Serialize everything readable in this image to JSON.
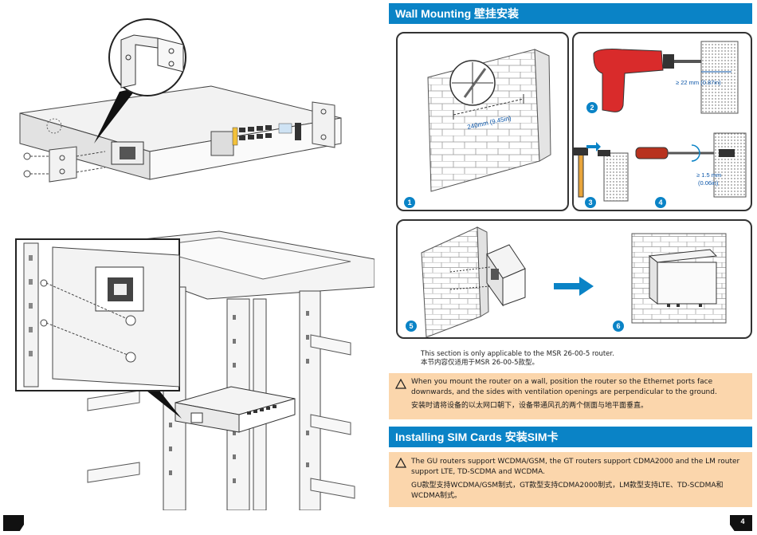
{
  "wall": {
    "title": "Wall Mounting 壁挂安装",
    "steps": [
      "1",
      "2",
      "3",
      "4",
      "5",
      "6"
    ],
    "measure_240": "240mm (9.45in)",
    "measure_22": "≥ 22 mm (0.87in)",
    "measure_15_a": "≥ 1.5 mm",
    "measure_15_b": "(0.06in)",
    "note_en": "This section is only applicable to the MSR 26-00-5 router.",
    "note_cn": "本节内容仅适用于MSR 26-00-5款型。",
    "caution_en": "When you mount the router on a wall, position the router so the Ethernet ports face downwards, and the sides with ventilation openings are perpendicular to the ground.",
    "caution_cn": "安装时请将设备的以太网口朝下，设备带通风孔的两个侧面与地平面垂直。"
  },
  "sim": {
    "title": "Installing SIM Cards 安装SIM卡",
    "caution_en": "The GU routers support WCDMA/GSM, the GT routers support CDMA2000 and the LM router support LTE, TD-SCDMA and WCDMA.",
    "caution_cn": "GU款型支持WCDMA/GSM制式，GT款型支持CDMA2000制式，LM款型支持LTE、TD-SCDMA和WCDMA制式。"
  },
  "page": {
    "number": "4"
  },
  "colors": {
    "accent": "#0a83c6",
    "caution_bg": "#fbd6ac",
    "drill": "#d92b2b"
  }
}
